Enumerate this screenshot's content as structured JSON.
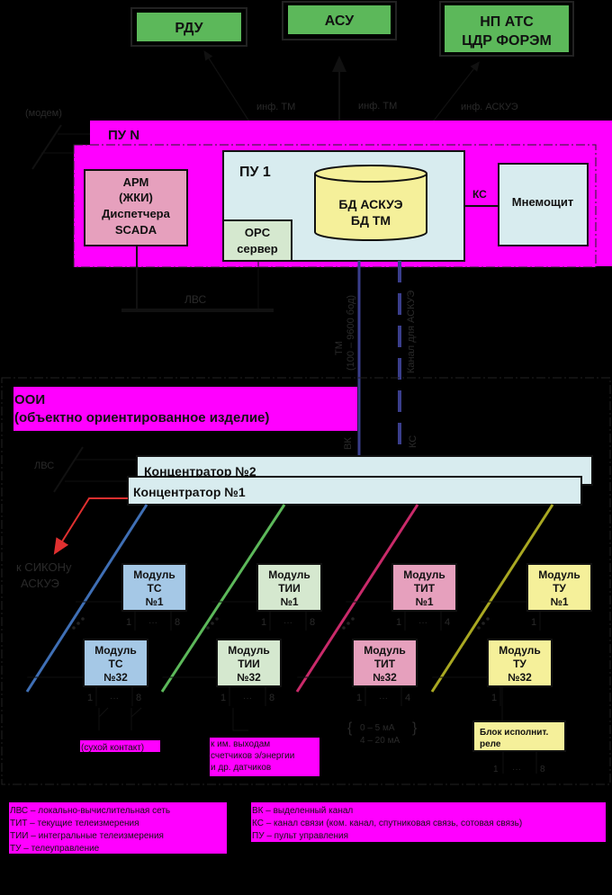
{
  "top_systems": [
    {
      "id": "rdu",
      "lines": [
        "РДУ"
      ]
    },
    {
      "id": "asu",
      "lines": [
        "АСУ"
      ]
    },
    {
      "id": "np-ats",
      "lines": [
        "НП  АТС",
        "ЦДР  ФОРЭМ"
      ]
    }
  ],
  "links": {
    "inf_tm_1": "инф. ТМ",
    "inf_tm_2": "инф. ТМ",
    "inf_askue": "инф. АСКУЭ",
    "modem": "(модем)",
    "lvs_top": "ЛВС",
    "ks": "КС",
    "tm_channel": "ТМ",
    "tm_baud": "(100 – 9600 бод)",
    "askue_channel": "Канал для АСКУЭ",
    "vk": "ВК",
    "ks_lower": "КС",
    "lvs_lower": "ЛВС",
    "to_sikon": [
      "к СИКОНу",
      "АСКУЭ"
    ]
  },
  "control_panel": {
    "pu_n": "ПУ N",
    "pu_1": "ПУ 1",
    "arm": [
      "АРМ",
      "(ЖКИ)",
      "Диспетчера",
      "SCADA"
    ],
    "opc": [
      "OPC",
      "сервер"
    ],
    "database": [
      "БД  АСКУЭ",
      "БД  ТМ"
    ],
    "mnemo": "Мнемощит"
  },
  "object": {
    "title": "ООИ",
    "subtitle": "(объектно ориентированное изделие)",
    "concentrator_2": "Концентратор №2",
    "concentrator_1": "Концентратор №1"
  },
  "modules": [
    {
      "id": "ts",
      "type": "ТС",
      "first": "№1",
      "last": "№32",
      "label": "Модуль",
      "channels": [
        "1",
        "···",
        "8"
      ],
      "color": "#a5c8e6",
      "line_color": "#3f6fb5"
    },
    {
      "id": "tii",
      "type": "ТИИ",
      "first": "№1",
      "last": "№32",
      "label": "Модуль",
      "channels": [
        "1",
        "···",
        "8"
      ],
      "color": "#d5e8cf",
      "line_color": "#5cb85a"
    },
    {
      "id": "tit",
      "type": "ТИТ",
      "first": "№1",
      "last": "№32",
      "label": "Модуль",
      "channels": [
        "1",
        "···",
        "4"
      ],
      "color": "#e6a0bd",
      "line_color": "#c92a6a"
    },
    {
      "id": "tu",
      "type": "ТУ",
      "first": "№1",
      "last": "№32",
      "label": "Модуль",
      "channels": [
        "1"
      ],
      "color": "#f5f09a",
      "line_color": "#a9a822"
    }
  ],
  "notes": {
    "dry_contact": "(сухой контакт)",
    "pulse_outputs": [
      "к им. выходам",
      "счетчиков э/энергии",
      "и др. датчиков"
    ],
    "current_range": [
      "0 – 5 мА",
      "4 – 20 мА"
    ],
    "relay_block": [
      "Блок исполнит.",
      "реле"
    ],
    "relay_channels": [
      "1",
      "···",
      "8"
    ]
  },
  "legend_left": [
    "ЛВС – локально-вычислительная сеть",
    "ТИТ – текущие телеизмерения",
    "ТИИ – интегральные телеизмерения",
    "ТУ – телеуправление"
  ],
  "legend_right": [
    "ВК – выделенный канал",
    "КС – канал связи (ком. канал, спутниковая связь, сотовая связь)",
    "ПУ – пульт управления"
  ],
  "colors": {
    "magenta": "#ff00ff",
    "green_box": "#5cb85a",
    "panel_bg": "#d8ecef",
    "db_fill": "#f5f09a",
    "arm_fill": "#e6a0bd",
    "opc_fill": "#d5e8cf",
    "channel_blue": "#3a3e8c",
    "red_arrow": "#e03030"
  }
}
